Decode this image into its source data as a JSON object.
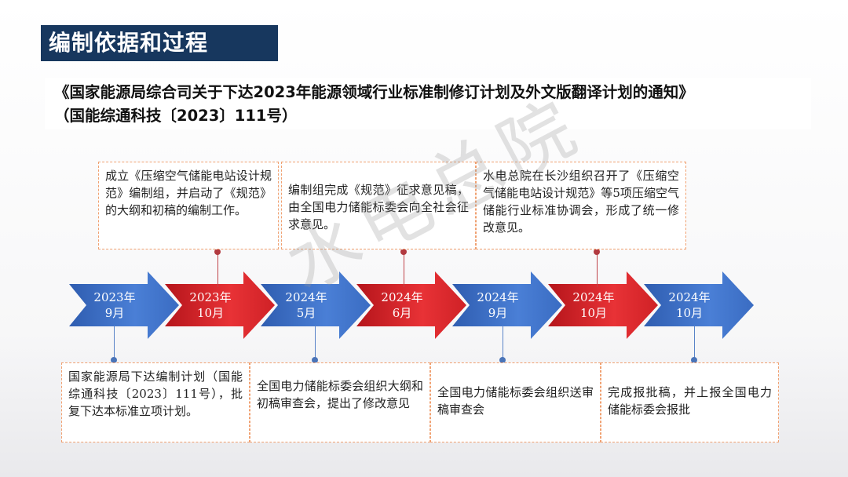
{
  "slide": {
    "title": "编制依据和过程",
    "notice_line1": "《国家能源局综合司关于下达2023年能源领域行业标准制修订计划及外文版翻译计划的通知》",
    "notice_line2": "（国能综通科技〔2023〕111号）"
  },
  "watermark": "水电总院",
  "colors": {
    "title_bg": "#17375e",
    "blue_arrow": "#3a6cc2",
    "red_arrow": "#d9262a",
    "dashed_border": "#f0a070",
    "top_connector": "#c0444a",
    "bottom_connector": "#5a84c8"
  },
  "timeline": [
    {
      "year": "2023年",
      "month": "9月",
      "color": "blue"
    },
    {
      "year": "2023年",
      "month": "10月",
      "color": "red"
    },
    {
      "year": "2024年",
      "month": "5月",
      "color": "blue"
    },
    {
      "year": "2024年",
      "month": "6月",
      "color": "red"
    },
    {
      "year": "2024年",
      "month": "9月",
      "color": "blue"
    },
    {
      "year": "2024年",
      "month": "10月",
      "color": "red"
    },
    {
      "year": "2024年",
      "month": "10月",
      "color": "blue"
    }
  ],
  "top_events": [
    "成立《压缩空气储能电站设计规范》编制组，并启动了《规范》的大纲和初稿的编制工作。",
    "编制组完成《规范》征求意见稿，由全国电力储能标委会向全社会征求意见。",
    "水电总院在长沙组织召开了《压缩空气储能电站设计规范》等5项压缩空气储能行业标准协调会，形成了统一修改意见。"
  ],
  "bottom_events": [
    "国家能源局下达编制计划（国能综通科技〔2023〕111号），批复下达本标准立项计划。",
    "全国电力储能标委会组织大纲和初稿审查会，提出了修改意见",
    "全国电力储能标委会组织送审稿审查会",
    "完成报批稿，并上报全国电力储能标委会报批"
  ]
}
